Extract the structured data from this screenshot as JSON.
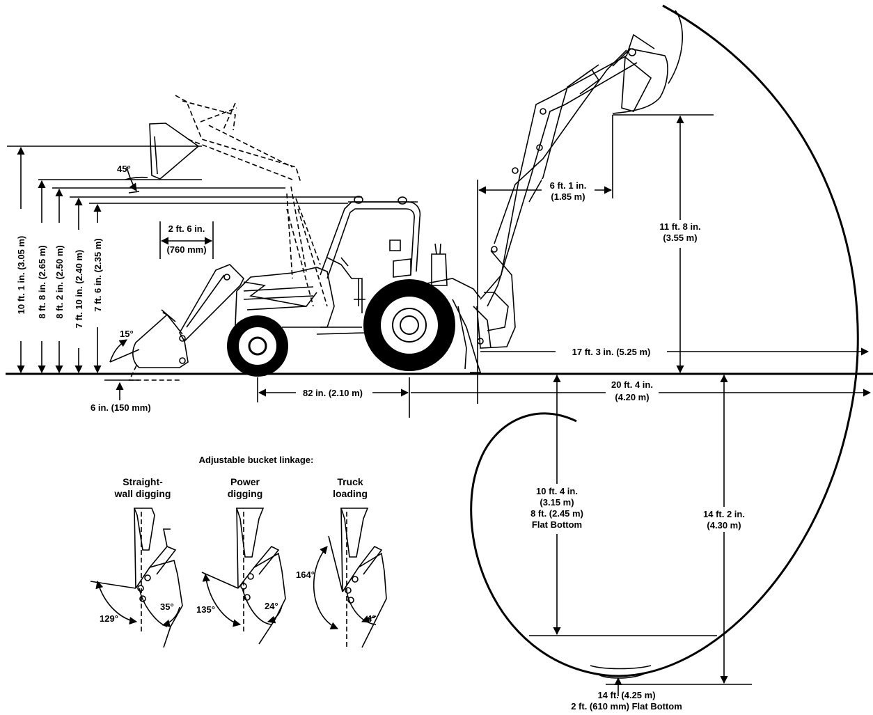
{
  "loader": {
    "heights": [
      "10 ft. 1 in. (3.05 m)",
      "8 ft. 8 in. (2.65 m)",
      "8 ft. 2 in. (2.50 m)",
      "7 ft. 10 in. (2.40 m)",
      "7 ft. 6 in. (2.35 m)"
    ],
    "reach_line1": "2 ft. 6 in.",
    "reach_line2": "(760 mm)",
    "angle_top": "45°",
    "angle_bottom": "15°",
    "dig_depth": "6 in. (150 mm)"
  },
  "dimensions": {
    "wheelbase": "82 in. (2.10 m)",
    "reach_ground": "17 ft. 3 in. (5.25 m)",
    "reach_pivot_line1": "20 ft. 4 in.",
    "reach_pivot_line2": "(4.20 m)",
    "loading_reach_line1": "6 ft. 1 in.",
    "loading_reach_line2": "(1.85 m)",
    "loading_height_line1": "11 ft. 8 in.",
    "loading_height_line2": "(3.55 m)",
    "dig_depth_line1": "10 ft. 4 in.",
    "dig_depth_line2": "(3.15 m)",
    "dig_depth_line3": "8 ft. (2.45 m)",
    "dig_depth_line4": "Flat Bottom",
    "max_depth_line1": "14 ft. 2 in.",
    "max_depth_line2": "(4.30 m)",
    "bottom_line1": "14 ft. (4.25 m)",
    "bottom_line2": "2 ft. (610 mm) Flat Bottom"
  },
  "linkage": {
    "title": "Adjustable bucket linkage:",
    "modes": [
      {
        "label_line1": "Straight-",
        "label_line2": "wall digging",
        "angle_outer": "129°",
        "angle_inner": "35°"
      },
      {
        "label_line1": "Power",
        "label_line2": "digging",
        "angle_outer": "135°",
        "angle_inner": "24°"
      },
      {
        "label_line1": "Truck",
        "label_line2": "loading",
        "angle_outer": "164°",
        "angle_inner": "4°"
      }
    ]
  }
}
